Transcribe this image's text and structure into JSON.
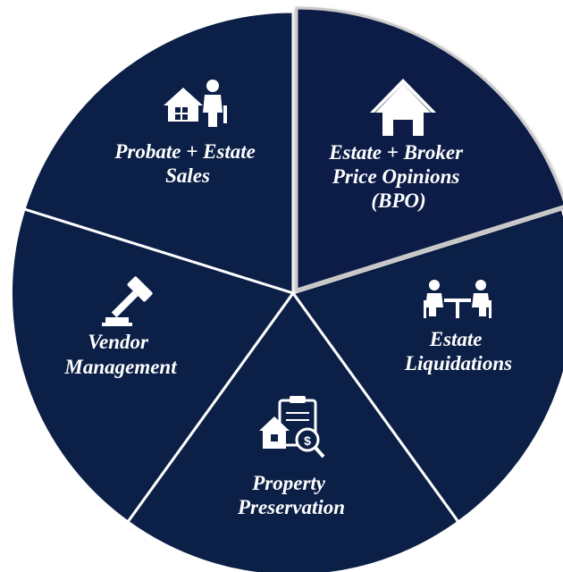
{
  "colors": {
    "segment_fill": "#0b1f47",
    "divider": "#ffffff",
    "highlight_outline": "#c9c9c9",
    "icon": "#ffffff"
  },
  "segments": [
    {
      "id": "probate",
      "label_lines": [
        "Probate + Estate",
        "Sales"
      ],
      "icon": "house-with-businessman-icon"
    },
    {
      "id": "bpo",
      "label_lines": [
        "Estate + Broker",
        "Price Opinions",
        "(BPO)"
      ],
      "icon": "house-icon"
    },
    {
      "id": "liquidations",
      "label_lines": [
        "Estate",
        "Liquidations"
      ],
      "icon": "meeting-at-table-icon"
    },
    {
      "id": "preservation",
      "label_lines": [
        "Property",
        "Preservation"
      ],
      "icon": "property-appraisal-document-icon"
    },
    {
      "id": "vendor",
      "label_lines": [
        "Vendor",
        "Management"
      ],
      "icon": "gavel-icon"
    }
  ]
}
